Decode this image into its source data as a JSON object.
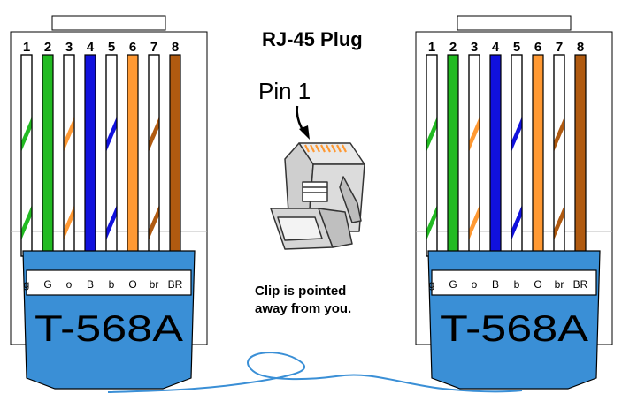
{
  "title": "RJ-45 Plug",
  "pin_label": "Pin 1",
  "clip_note": [
    "Clip is pointed",
    "away from you."
  ],
  "connectors": [
    {
      "standard": "T-568A",
      "pin_numbers": [
        "1",
        "2",
        "3",
        "4",
        "5",
        "6",
        "7",
        "8"
      ],
      "wire_codes": [
        "g",
        "G",
        "o",
        "B",
        "b",
        "O",
        "br",
        "BR"
      ],
      "wires": [
        {
          "color": "#22bb22",
          "striped": true
        },
        {
          "color": "#22bb22",
          "striped": false
        },
        {
          "color": "#ff9933",
          "striped": true
        },
        {
          "color": "#1111dd",
          "striped": false
        },
        {
          "color": "#1111dd",
          "striped": true
        },
        {
          "color": "#ff9933",
          "striped": false
        },
        {
          "color": "#b05a10",
          "striped": true
        },
        {
          "color": "#b05a10",
          "striped": false
        }
      ]
    },
    {
      "standard": "T-568A",
      "pin_numbers": [
        "1",
        "2",
        "3",
        "4",
        "5",
        "6",
        "7",
        "8"
      ],
      "wire_codes": [
        "g",
        "G",
        "o",
        "B",
        "b",
        "O",
        "br",
        "BR"
      ],
      "wires": [
        {
          "color": "#22bb22",
          "striped": true
        },
        {
          "color": "#22bb22",
          "striped": false
        },
        {
          "color": "#ff9933",
          "striped": true
        },
        {
          "color": "#1111dd",
          "striped": false
        },
        {
          "color": "#1111dd",
          "striped": true
        },
        {
          "color": "#ff9933",
          "striped": false
        },
        {
          "color": "#b05a10",
          "striped": true
        },
        {
          "color": "#b05a10",
          "striped": false
        }
      ]
    }
  ],
  "colors": {
    "boot": "#3a8fd6",
    "cable": "#3a8fd6",
    "outline": "#000000",
    "panel": "#ffffff"
  }
}
